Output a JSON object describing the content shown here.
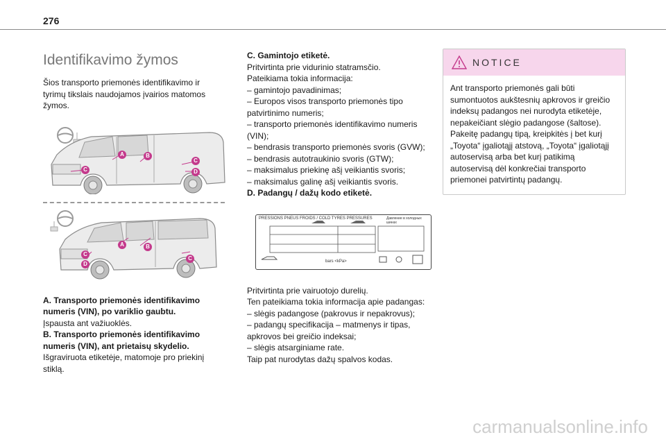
{
  "header": {
    "page_number": "276"
  },
  "col1": {
    "title": "Identifikavimo žymos",
    "intro": "Šios transporto priemonės identifikavimo ir tyrimų tikslais naudojamos įvairios matomos žymos.",
    "callouts_van1": [
      "A",
      "B",
      "C",
      "C",
      "D"
    ],
    "callouts_van2": [
      "A",
      "B",
      "C",
      "D",
      "C"
    ],
    "a_heading": "A. Transporto priemonės identifikavimo numeris (VIN), po variklio gaubtu.",
    "a_text": "Įspausta ant važiuoklės.",
    "b_heading": "B. Transporto priemonės identifikavimo numeris (VIN), ant prietaisų skydelio.",
    "b_text": "Išgraviruota etiketėje, matomoje pro priekinį stiklą."
  },
  "col2": {
    "c_heading": "C. Gamintojo etiketė.",
    "c_lines": [
      "Pritvirtinta prie vidurinio statramsčio.",
      "Pateikiama tokia informacija:",
      "– gamintojo pavadinimas;",
      "– Europos visos transporto priemonės tipo patvirtinimo numeris;",
      "– transporto priemonės identifikavimo numeris (VIN);",
      "– bendrasis transporto priemonės svoris (GVW);",
      "– bendrasis autotraukinio svoris (GTW);",
      "– maksimalus priekinę ašį veikiantis svoris;",
      "– maksimalus galinę ašį veikiantis svoris."
    ],
    "d_heading": "D. Padangų / dažų kodo etiketė.",
    "tire_label": {
      "title": "PRESSIONS PNEUS FROIDS / COLD TYRES PRESSURES",
      "corner_text": "Давление в холодных шинах",
      "units": "bars  <kPa>"
    },
    "d_lines": [
      "Pritvirtinta prie vairuotojo durelių.",
      "Ten pateikiama tokia informacija apie padangas:",
      "– slėgis padangose (pakrovus ir nepakrovus);",
      "– padangų specifikacija – matmenys ir tipas, apkrovos bei greičio indeksai;",
      "– slėgis atsarginiame rate.",
      "Taip pat nurodytas dažų spalvos kodas."
    ]
  },
  "notice": {
    "title": "NOTICE",
    "text": "Ant transporto priemonės gali būti sumontuotos aukštesnių apkrovos ir greičio indeksų padangos nei nurodyta etiketėje, nepakeičiant slėgio padangose (šaltose). Pakeitę padangų tipą, kreipkitės į bet kurį „Toyota“ įgaliotąjį atstovą, „Toyota“ įgaliotąjį autoservisą arba bet kurį patikimą autoservisą dėl konkrečiai transporto priemonei patvirtintų padangų.",
    "accent_color": "#c43a8c"
  },
  "footer": {
    "watermark": "carmanualsonline.info"
  }
}
